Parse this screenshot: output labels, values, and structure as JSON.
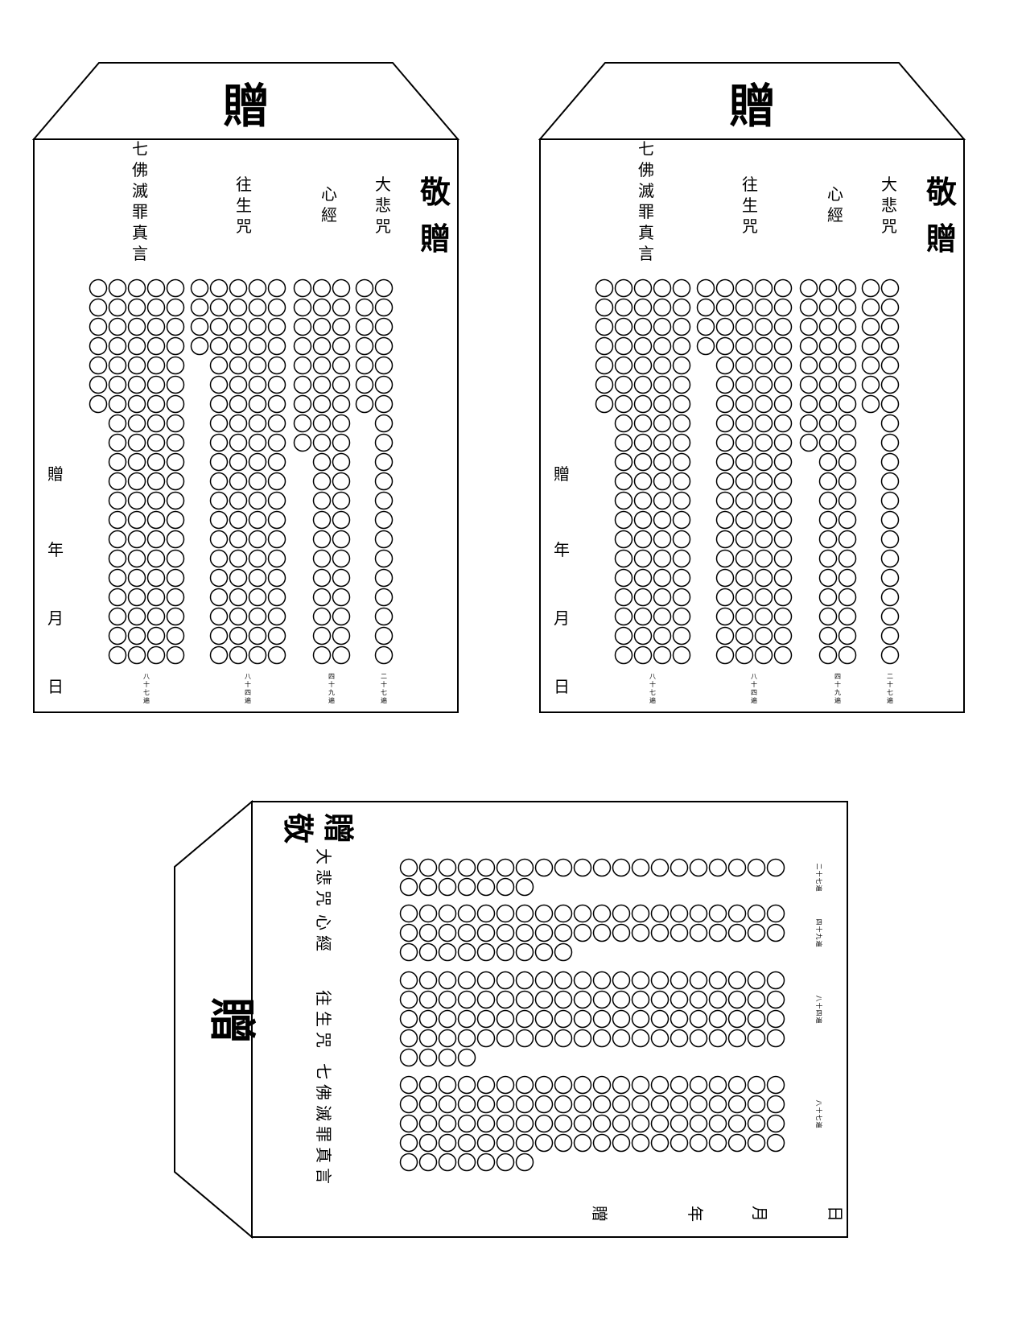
{
  "envelope_title": "贈",
  "respectful_gift": "敬贈",
  "date_fields": [
    "贈",
    "年",
    "月",
    "日"
  ],
  "sutras": [
    {
      "name": "七佛滅罪真言",
      "count_label": "八十七遍",
      "beads": 87
    },
    {
      "name": "往生咒",
      "count_label": "八十四遍",
      "beads": 84
    },
    {
      "name": "心經",
      "count_label": "四十九遍",
      "beads": 49
    },
    {
      "name": "大悲咒",
      "count_label": "二十七遍",
      "beads": 27
    }
  ],
  "colors": {
    "ink": "#000000",
    "paper": "#ffffff"
  }
}
